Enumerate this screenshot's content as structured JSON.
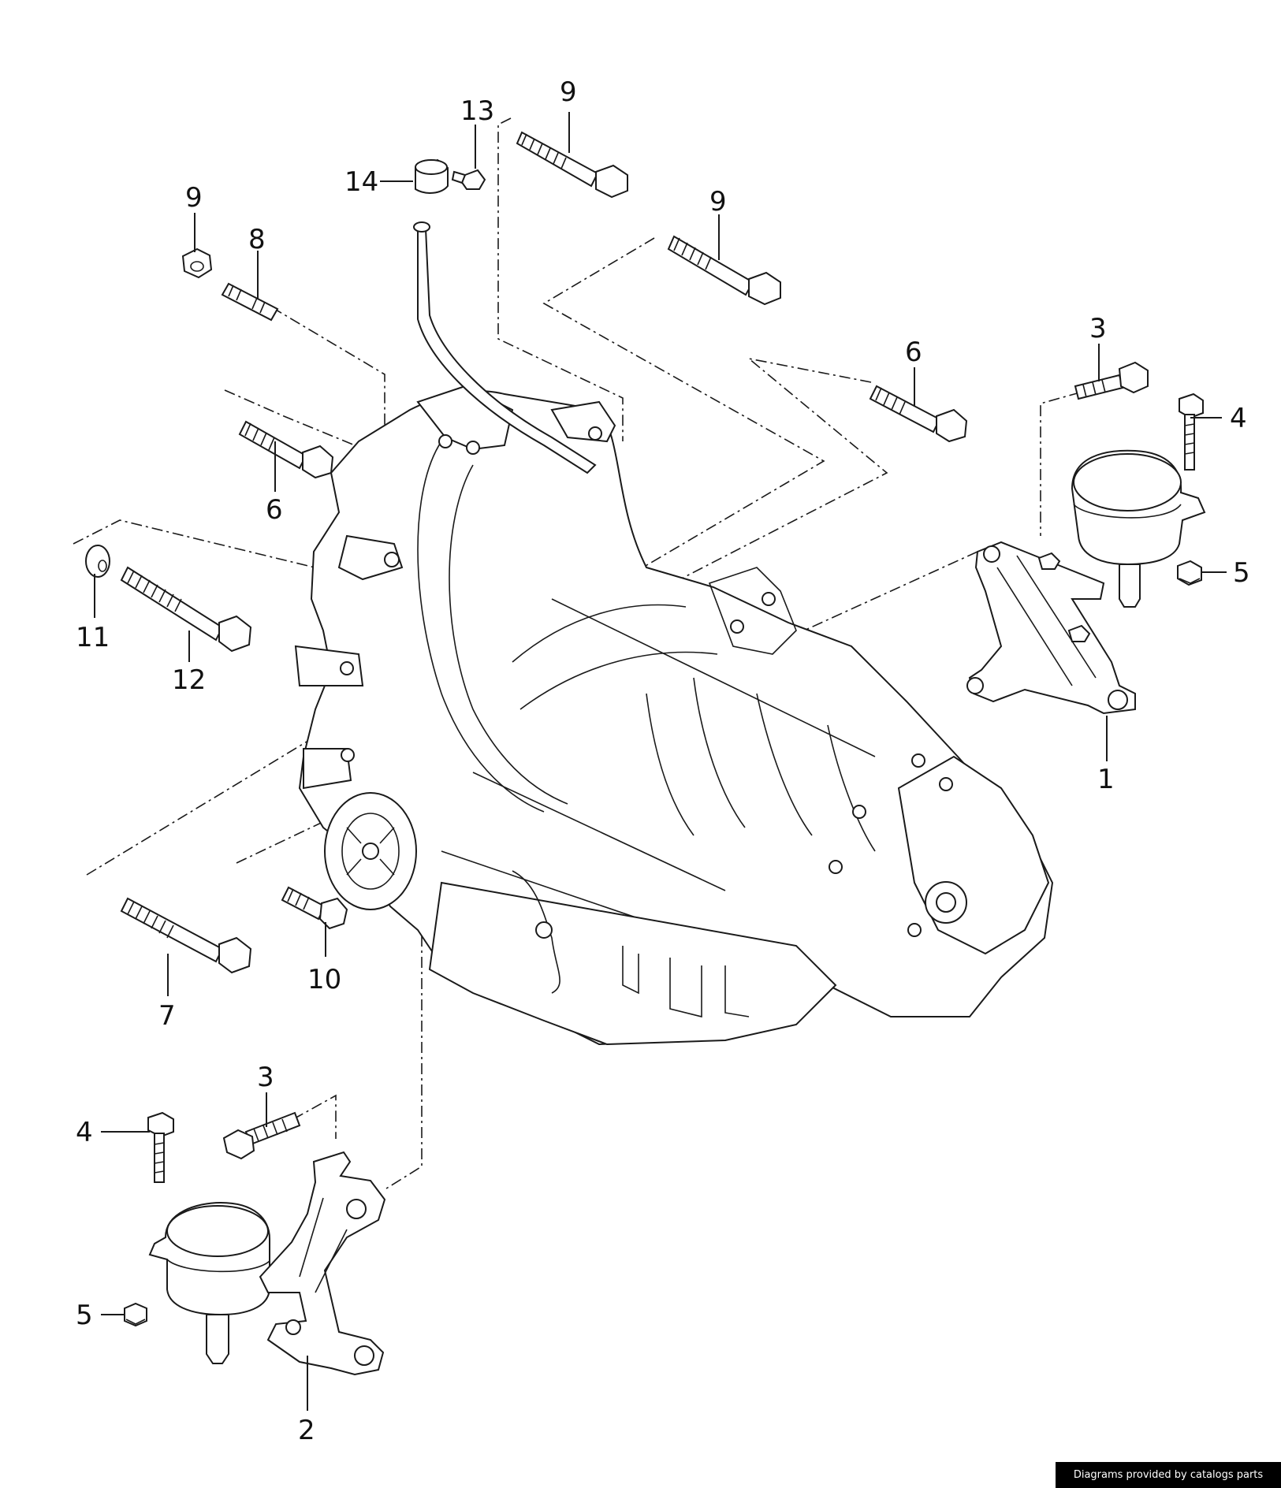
{
  "diagram": {
    "callouts": {
      "c1": "1",
      "c2": "2",
      "c3a": "3",
      "c3b": "3",
      "c4a": "4",
      "c4b": "4",
      "c5a": "5",
      "c5b": "5",
      "c6a": "6",
      "c6b": "6",
      "c7": "7",
      "c8": "8",
      "c9a": "9",
      "c9b": "9",
      "c9c": "9",
      "c10": "10",
      "c11": "11",
      "c12": "12",
      "c13": "13",
      "c14": "14"
    }
  },
  "footer": {
    "credit": "Diagrams provided by catalogs parts"
  },
  "colors": {
    "line": "#1a1a1a",
    "background": "#ffffff",
    "credit_background": "#000000",
    "credit_text": "#ffffff"
  }
}
